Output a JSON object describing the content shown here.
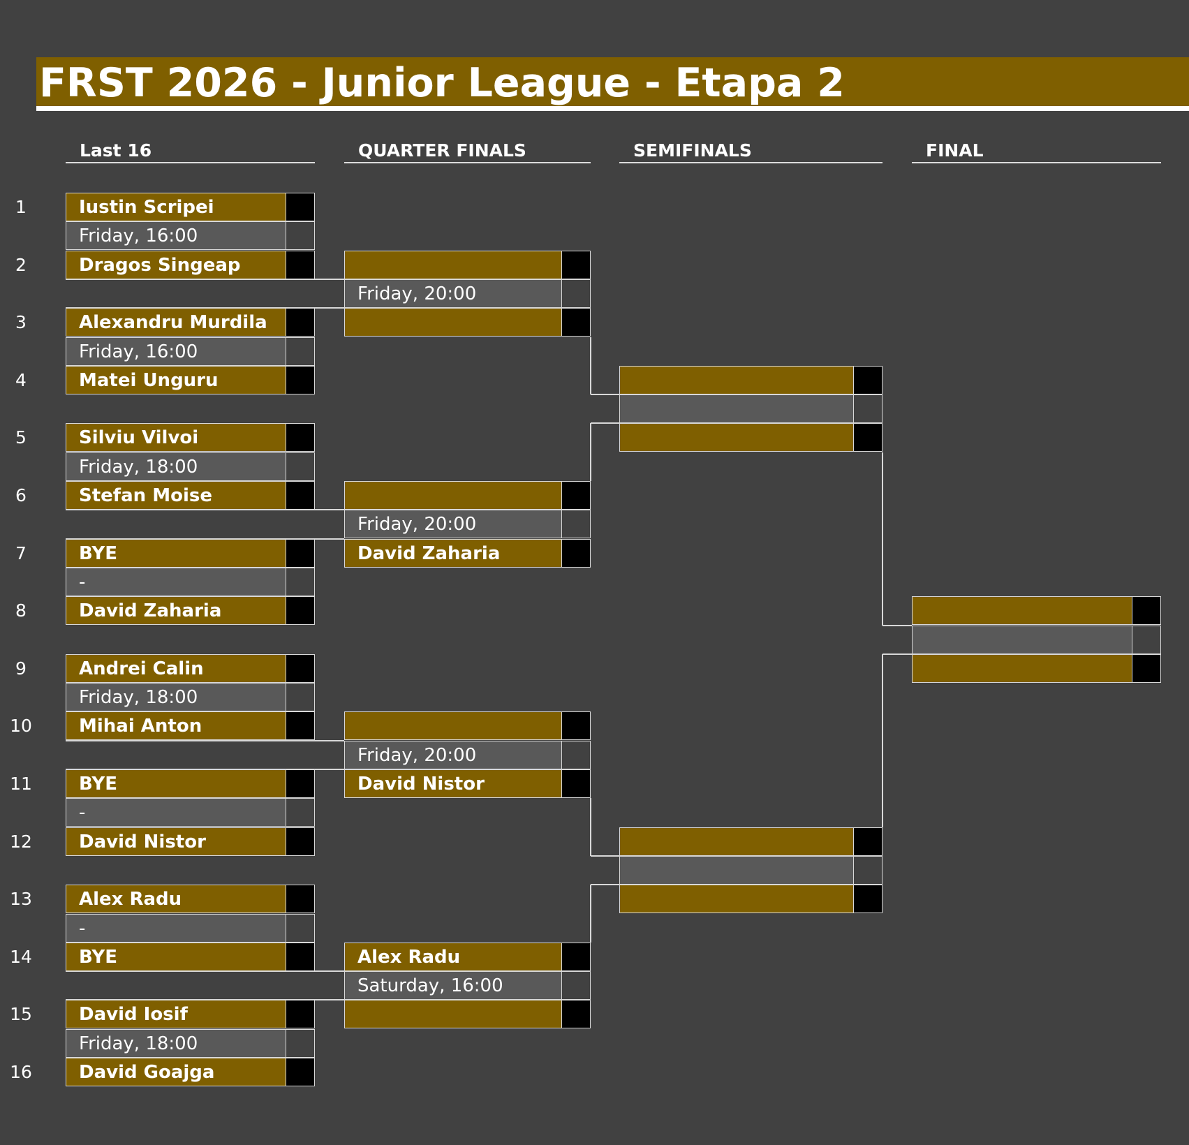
{
  "title": "FRST 2026 - Junior League - Etapa 2",
  "rounds": [
    "Last 16",
    "QUARTER FINALS",
    "SEMIFINALS",
    "FINAL"
  ],
  "seeds": [
    "1",
    "2",
    "3",
    "4",
    "5",
    "6",
    "7",
    "8",
    "9",
    "10",
    "11",
    "12",
    "13",
    "14",
    "15",
    "16"
  ],
  "last16": [
    {
      "top": "Iustin Scripei",
      "time": "Friday, 16:00",
      "bottom": "Dragos Singeap"
    },
    {
      "top": "Alexandru Murdila",
      "time": "Friday, 16:00",
      "bottom": "Matei Unguru"
    },
    {
      "top": "Silviu Vilvoi",
      "time": "Friday, 18:00",
      "bottom": "Stefan Moise"
    },
    {
      "top": "BYE",
      "time": "-",
      "bottom": "David Zaharia"
    },
    {
      "top": "Andrei Calin",
      "time": "Friday, 18:00",
      "bottom": "Mihai Anton"
    },
    {
      "top": "BYE",
      "time": "-",
      "bottom": "David Nistor"
    },
    {
      "top": "Alex Radu",
      "time": "-",
      "bottom": "BYE"
    },
    {
      "top": "David Iosif",
      "time": "Friday, 18:00",
      "bottom": "David Goajga"
    }
  ],
  "quarterfinals": [
    {
      "top": "",
      "time": "Friday, 20:00",
      "bottom": ""
    },
    {
      "top": "",
      "time": "Friday, 20:00",
      "bottom": "David Zaharia"
    },
    {
      "top": "",
      "time": "Friday, 20:00",
      "bottom": "David Nistor"
    },
    {
      "top": "Alex Radu",
      "time": "Saturday, 16:00",
      "bottom": ""
    }
  ],
  "semifinals": [
    {
      "top": "",
      "time": "",
      "bottom": ""
    },
    {
      "top": "",
      "time": "",
      "bottom": ""
    }
  ],
  "final": [
    {
      "top": "",
      "time": "",
      "bottom": ""
    }
  ],
  "colors": {
    "background": "#414141",
    "team_slot": "#7f5f00",
    "info_slot": "#595959",
    "score_box": "#000000",
    "lines": "#d8d8d8"
  }
}
